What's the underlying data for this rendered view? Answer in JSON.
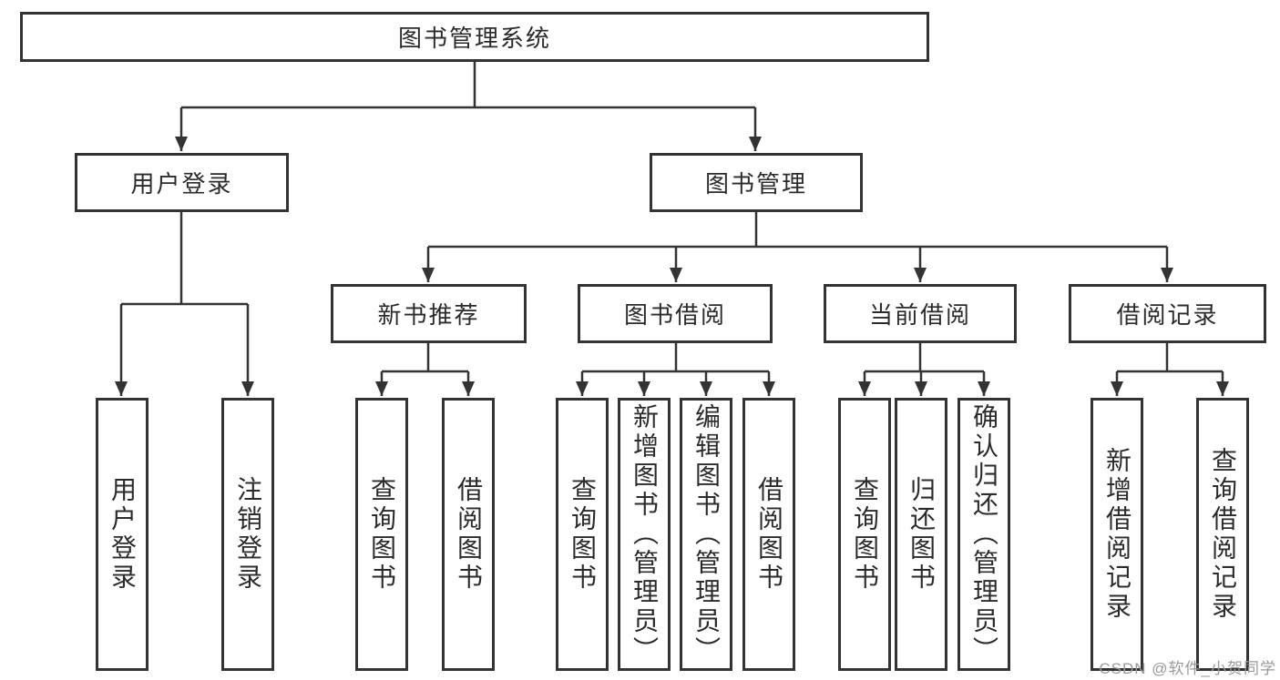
{
  "tree": {
    "label": "图书管理系统",
    "children": [
      {
        "label": "用户登录",
        "children": [
          {
            "label": "用户登录"
          },
          {
            "label": "注销登录"
          }
        ]
      },
      {
        "label": "图书管理",
        "children": [
          {
            "label": "新书推荐",
            "children": [
              {
                "label": "查询图书"
              },
              {
                "label": "借阅图书"
              }
            ]
          },
          {
            "label": "图书借阅",
            "children": [
              {
                "label": "查询图书"
              },
              {
                "label": "新增图书（管理员）"
              },
              {
                "label": "编辑图书（管理员）"
              },
              {
                "label": "借阅图书"
              }
            ]
          },
          {
            "label": "当前借阅",
            "children": [
              {
                "label": "查询图书"
              },
              {
                "label": "归还图书"
              },
              {
                "label": "确认归还（管理员）"
              }
            ]
          },
          {
            "label": "借阅记录",
            "children": [
              {
                "label": "新增借阅记录"
              },
              {
                "label": "查询借阅记录"
              }
            ]
          }
        ]
      }
    ]
  },
  "watermark": {
    "text": "CSDN @软件_小贺同学"
  },
  "colors": {
    "box_border": "#333333",
    "text": "#2b2b2b",
    "connector": "#333333",
    "watermark": "#9a9a9a",
    "background": "#ffffff"
  }
}
